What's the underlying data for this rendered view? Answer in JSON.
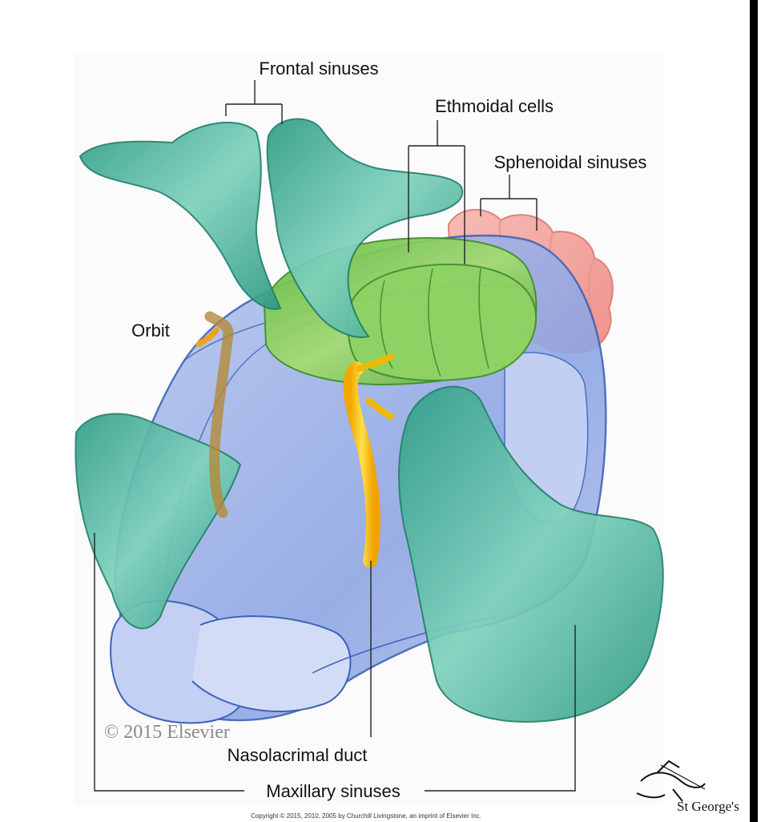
{
  "labels": {
    "frontal_sinuses": "Frontal sinuses",
    "ethmoidal_cells": "Ethmoidal cells",
    "sphenoidal_sinuses": "Sphenoidal sinuses",
    "orbit": "Orbit",
    "nasolacrimal_duct": "Nasolacrimal duct",
    "maxillary_sinuses": "Maxillary sinuses"
  },
  "watermark": "© 2015 Elsevier",
  "footer_copyright": "Copyright © 2015, 2010, 2005 by Churchill Livingstone, an imprint of Elsevier Inc.",
  "logo": "St George's",
  "colors": {
    "frontal": "#3fae95",
    "maxillary": "#3fae95",
    "ethmoidal": "#7cc84a",
    "sphenoidal": "#f4a9a4",
    "nasal_cavity": "#9fb4e8",
    "duct": "#ffd21a",
    "orbit_duct": "#c9a25b"
  }
}
